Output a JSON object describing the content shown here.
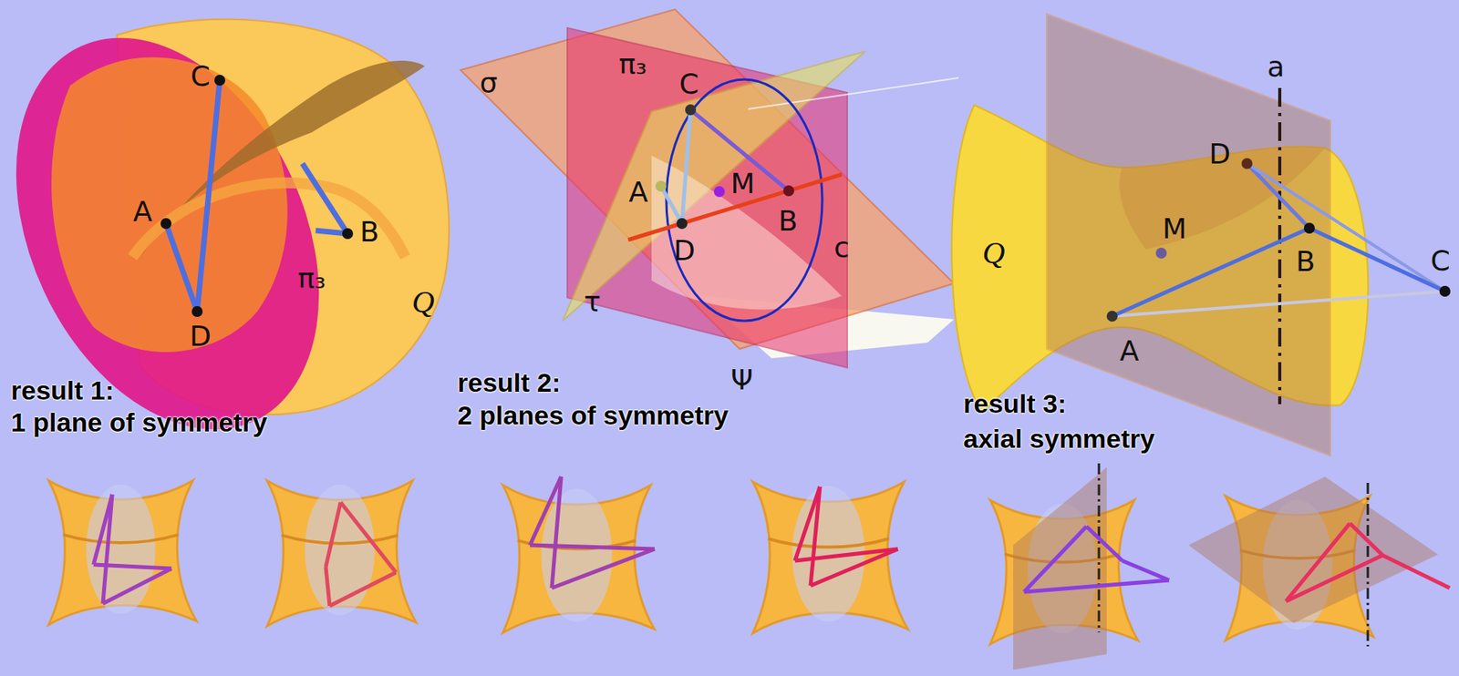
{
  "diagram": {
    "labels": [
      "C",
      "A",
      "B",
      "π₃",
      "Q",
      "D",
      "result 1:",
      "1 plane of symmetry",
      "σ",
      "π₃",
      "C",
      "A",
      "M",
      "B",
      "D",
      "c",
      "τ",
      "Ψ",
      "result 2:",
      "2 planes of symmetry",
      "a",
      "D",
      "M",
      "Q",
      "B",
      "C",
      "A",
      "result 3:",
      "axial symmetry"
    ]
  }
}
